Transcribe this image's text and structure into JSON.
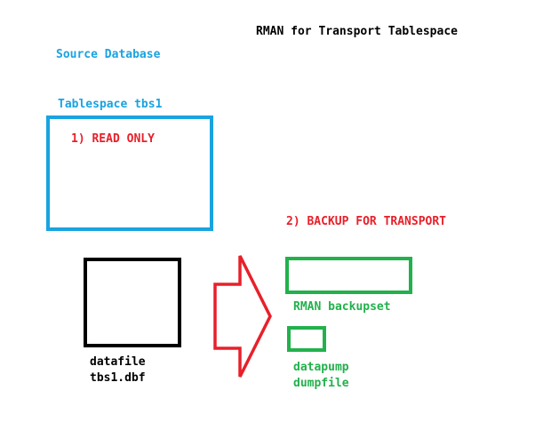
{
  "title": "RMAN for Transport Tablespace",
  "source": {
    "label": "Source Database",
    "tablespace_label": "Tablespace tbs1",
    "step1": "1) READ ONLY"
  },
  "datafile": {
    "line1": "datafile",
    "line2": "tbs1.dbf"
  },
  "transport": {
    "step2": "2) BACKUP FOR TRANSPORT",
    "backupset_label": "RMAN backupset",
    "dumpfile_line1": "datapump",
    "dumpfile_line2": "dumpfile"
  },
  "colors": {
    "source": "#1aa3e0",
    "step": "#e8202a",
    "output": "#22b14c",
    "text": "#000000"
  }
}
